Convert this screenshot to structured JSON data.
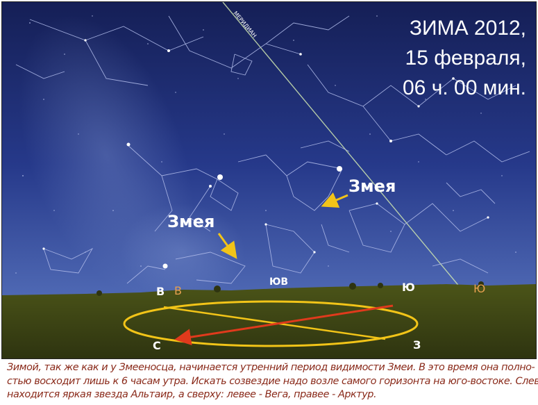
{
  "title": {
    "line1": "ЗИМА 2012,",
    "line2": "15 февраля,",
    "line3": "06 ч. 00 мин."
  },
  "meridian_label": "МЕРИДИАН",
  "constellation_labels": {
    "snake_right": "Змея",
    "snake_left": "Змея"
  },
  "horizon_labels": {
    "east_white": "В",
    "east_orange": "В",
    "southeast": "ЮВ",
    "south_white": "Ю",
    "south_orange": "Ю",
    "north": "С",
    "west": "З"
  },
  "caption": {
    "line1": "Зимой, так же как и у Змееносца, начинается утренний период видимости Змеи. В это время она полно-",
    "line2": "стью восходит лишь к 6 часам утра. Искать созвездие надо возле самого горизонта на юго-востоке. Слева",
    "line3": "находится яркая звезда Альтаир, а сверху: левее - Вега, правее - Арктур."
  },
  "colors": {
    "sky_top": "#151f56",
    "sky_bottom": "#4a64b0",
    "ground": "#3c4414",
    "ring": "#f2c418",
    "arrow": "#e03a1c",
    "caption_text": "#8a2a1a",
    "direction_orange": "#e8a050"
  }
}
